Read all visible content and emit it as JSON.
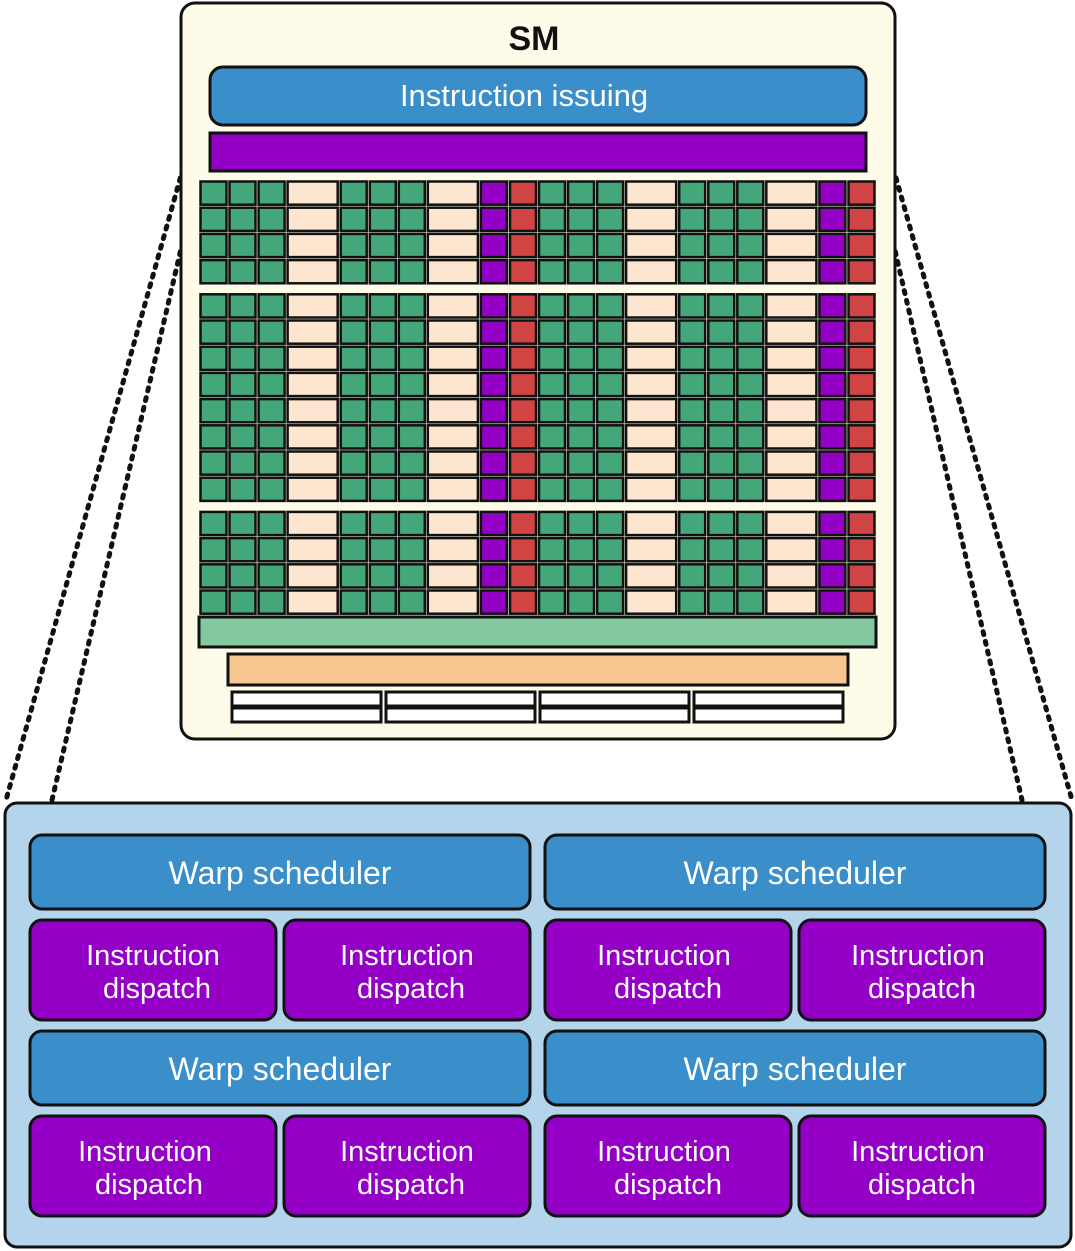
{
  "sm": {
    "title": "SM",
    "instruction_issuing_label": "Instruction issuing"
  },
  "core_grid": {
    "column_pattern": [
      "core",
      "core",
      "core",
      "ldst",
      "core",
      "core",
      "core",
      "ldst",
      "sfu",
      "tensor",
      "core",
      "core",
      "core",
      "ldst",
      "core",
      "core",
      "core",
      "ldst",
      "sfu",
      "tensor"
    ],
    "blocks": [
      4,
      8,
      4
    ]
  },
  "texture_units": 4,
  "detail": {
    "groups": [
      {
        "scheduler_label": "Warp scheduler",
        "dispatch_labels": [
          [
            "Instruction",
            "dispatch"
          ],
          [
            "Instruction",
            "dispatch"
          ]
        ]
      },
      {
        "scheduler_label": "Warp scheduler",
        "dispatch_labels": [
          [
            "Instruction",
            "dispatch"
          ],
          [
            "Instruction",
            "dispatch"
          ]
        ]
      },
      {
        "scheduler_label": "Warp scheduler",
        "dispatch_labels": [
          [
            "Instruction",
            "dispatch"
          ],
          [
            "Instruction",
            "dispatch"
          ]
        ]
      },
      {
        "scheduler_label": "Warp scheduler",
        "dispatch_labels": [
          [
            "Instruction",
            "dispatch"
          ],
          [
            "Instruction",
            "dispatch"
          ]
        ]
      }
    ]
  },
  "colors": {
    "sm_background": "#fefce8",
    "instruction_issuing": "#3a8ec9",
    "dispatch_bar": "#9400c6",
    "core": "#44a77a",
    "ldst": "#fde6d0",
    "sfu": "#9400c6",
    "tensor": "#d04444",
    "shared_memory_bar": "#84c8a0",
    "cache_bar": "#f8c690",
    "detail_background": "#b4d4ec",
    "warp_scheduler": "#3a8ec9",
    "instruction_dispatch": "#9400c6",
    "outline": "#111111"
  }
}
